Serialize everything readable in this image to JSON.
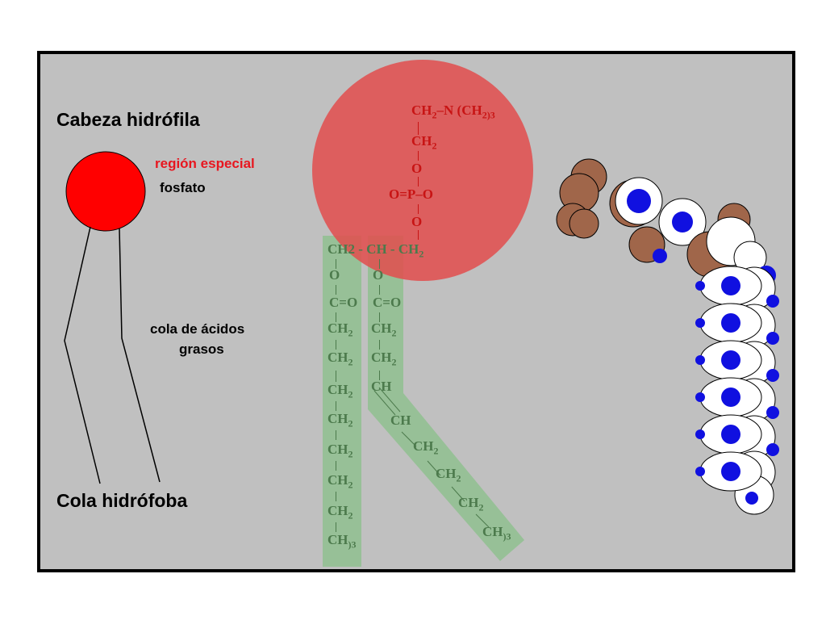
{
  "labels": {
    "cabeza": "Cabeza hidrófila",
    "region": "región especial",
    "fosfato": "fosfato",
    "cola_acidos_1": "cola de ácidos",
    "cola_acidos_2": "grasos",
    "cola_hidrofoba": "Cola hidrófoba"
  },
  "chem": {
    "ch2_n_left": "CH",
    "ch2_n_right": "–N (CH",
    "sub_2": "2",
    "sub_3": ")3",
    "ch2": "CH",
    "o": "O",
    "p_line": "O=P–O",
    "glycerol": "CH2 - CH - CH",
    "ch3": "CH",
    "c_eq_o": "C=O",
    "ch": "CH"
  },
  "colors": {
    "frame_bg": "#c0c0c0",
    "head_red": "#ff0000",
    "head_overlay": "#e05050",
    "tail_green": "#8fbf8f",
    "atom_brown": "#a0664a",
    "atom_blue": "#1010e0",
    "atom_white": "#ffffff"
  }
}
